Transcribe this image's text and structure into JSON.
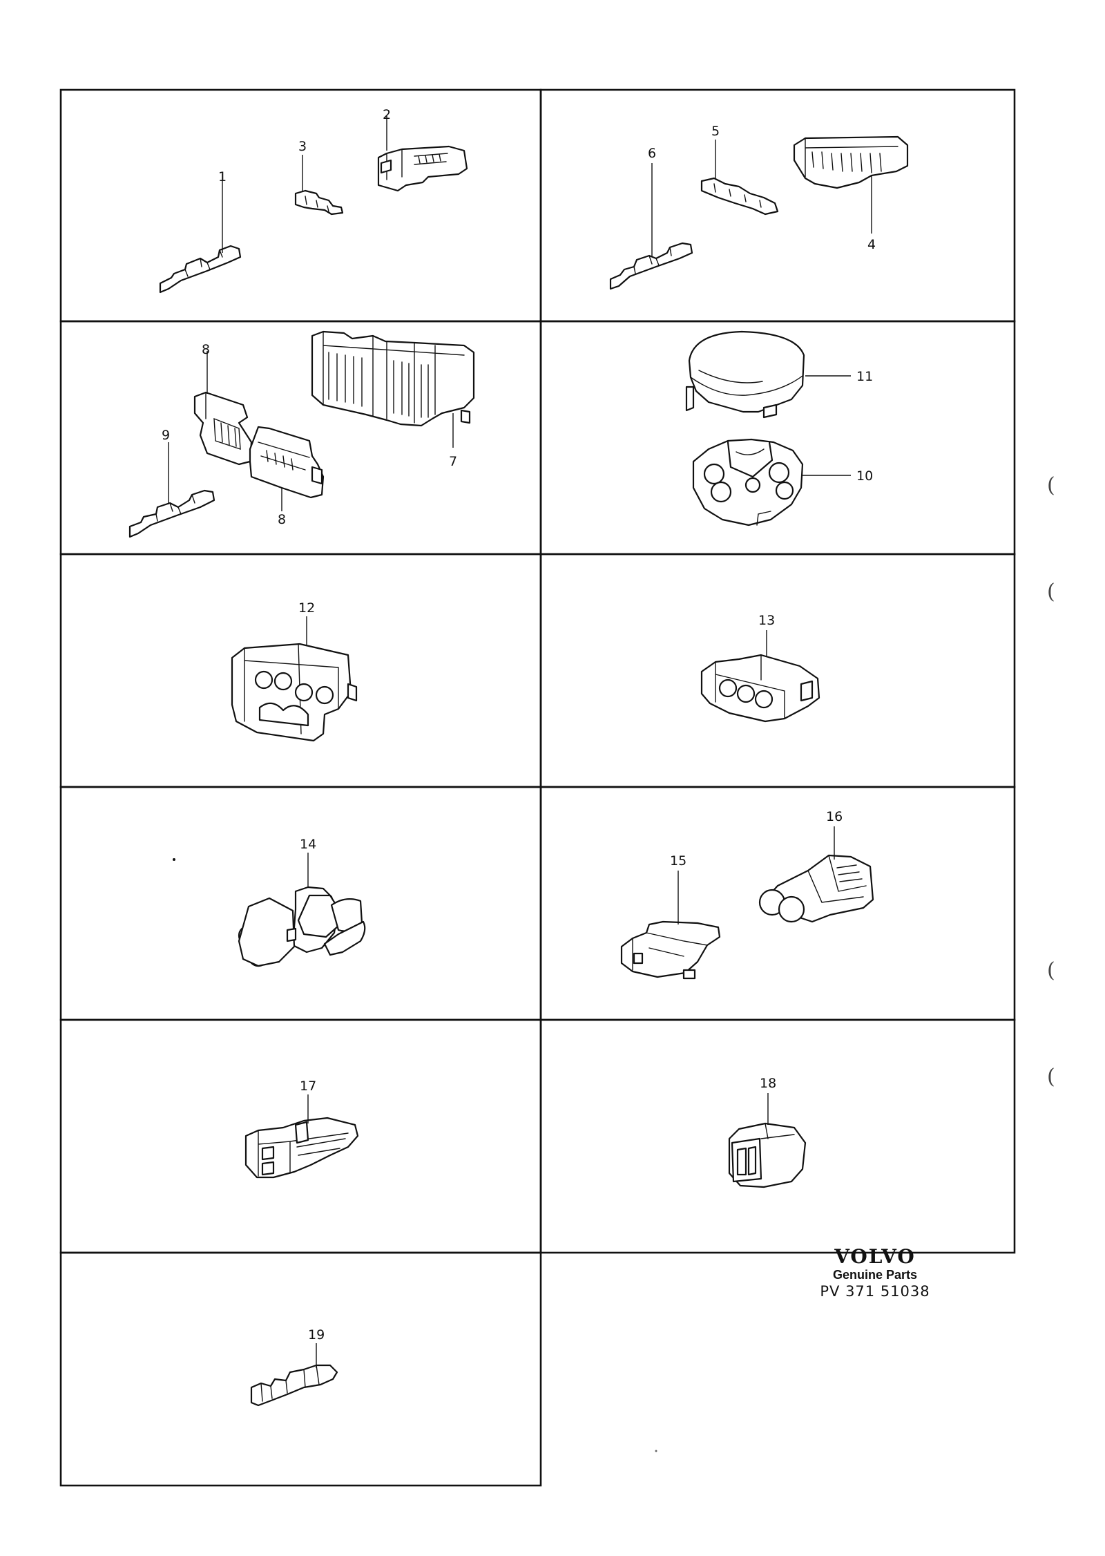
{
  "callouts": {
    "n1": "1",
    "n2": "2",
    "n3": "3",
    "n4": "4",
    "n5": "5",
    "n6": "6",
    "n7": "7",
    "n8a": "8",
    "n8b": "8",
    "n9": "9",
    "n10": "10",
    "n11": "11",
    "n12": "12",
    "n13": "13",
    "n14": "14",
    "n15": "15",
    "n16": "16",
    "n17": "17",
    "n18": "18",
    "n19": "19"
  },
  "brand": {
    "logo": "VOLVO",
    "subtitle": "Genuine Parts",
    "code": "PV 371 51038"
  },
  "margin_marks": [
    "(",
    "(",
    "(",
    "("
  ]
}
